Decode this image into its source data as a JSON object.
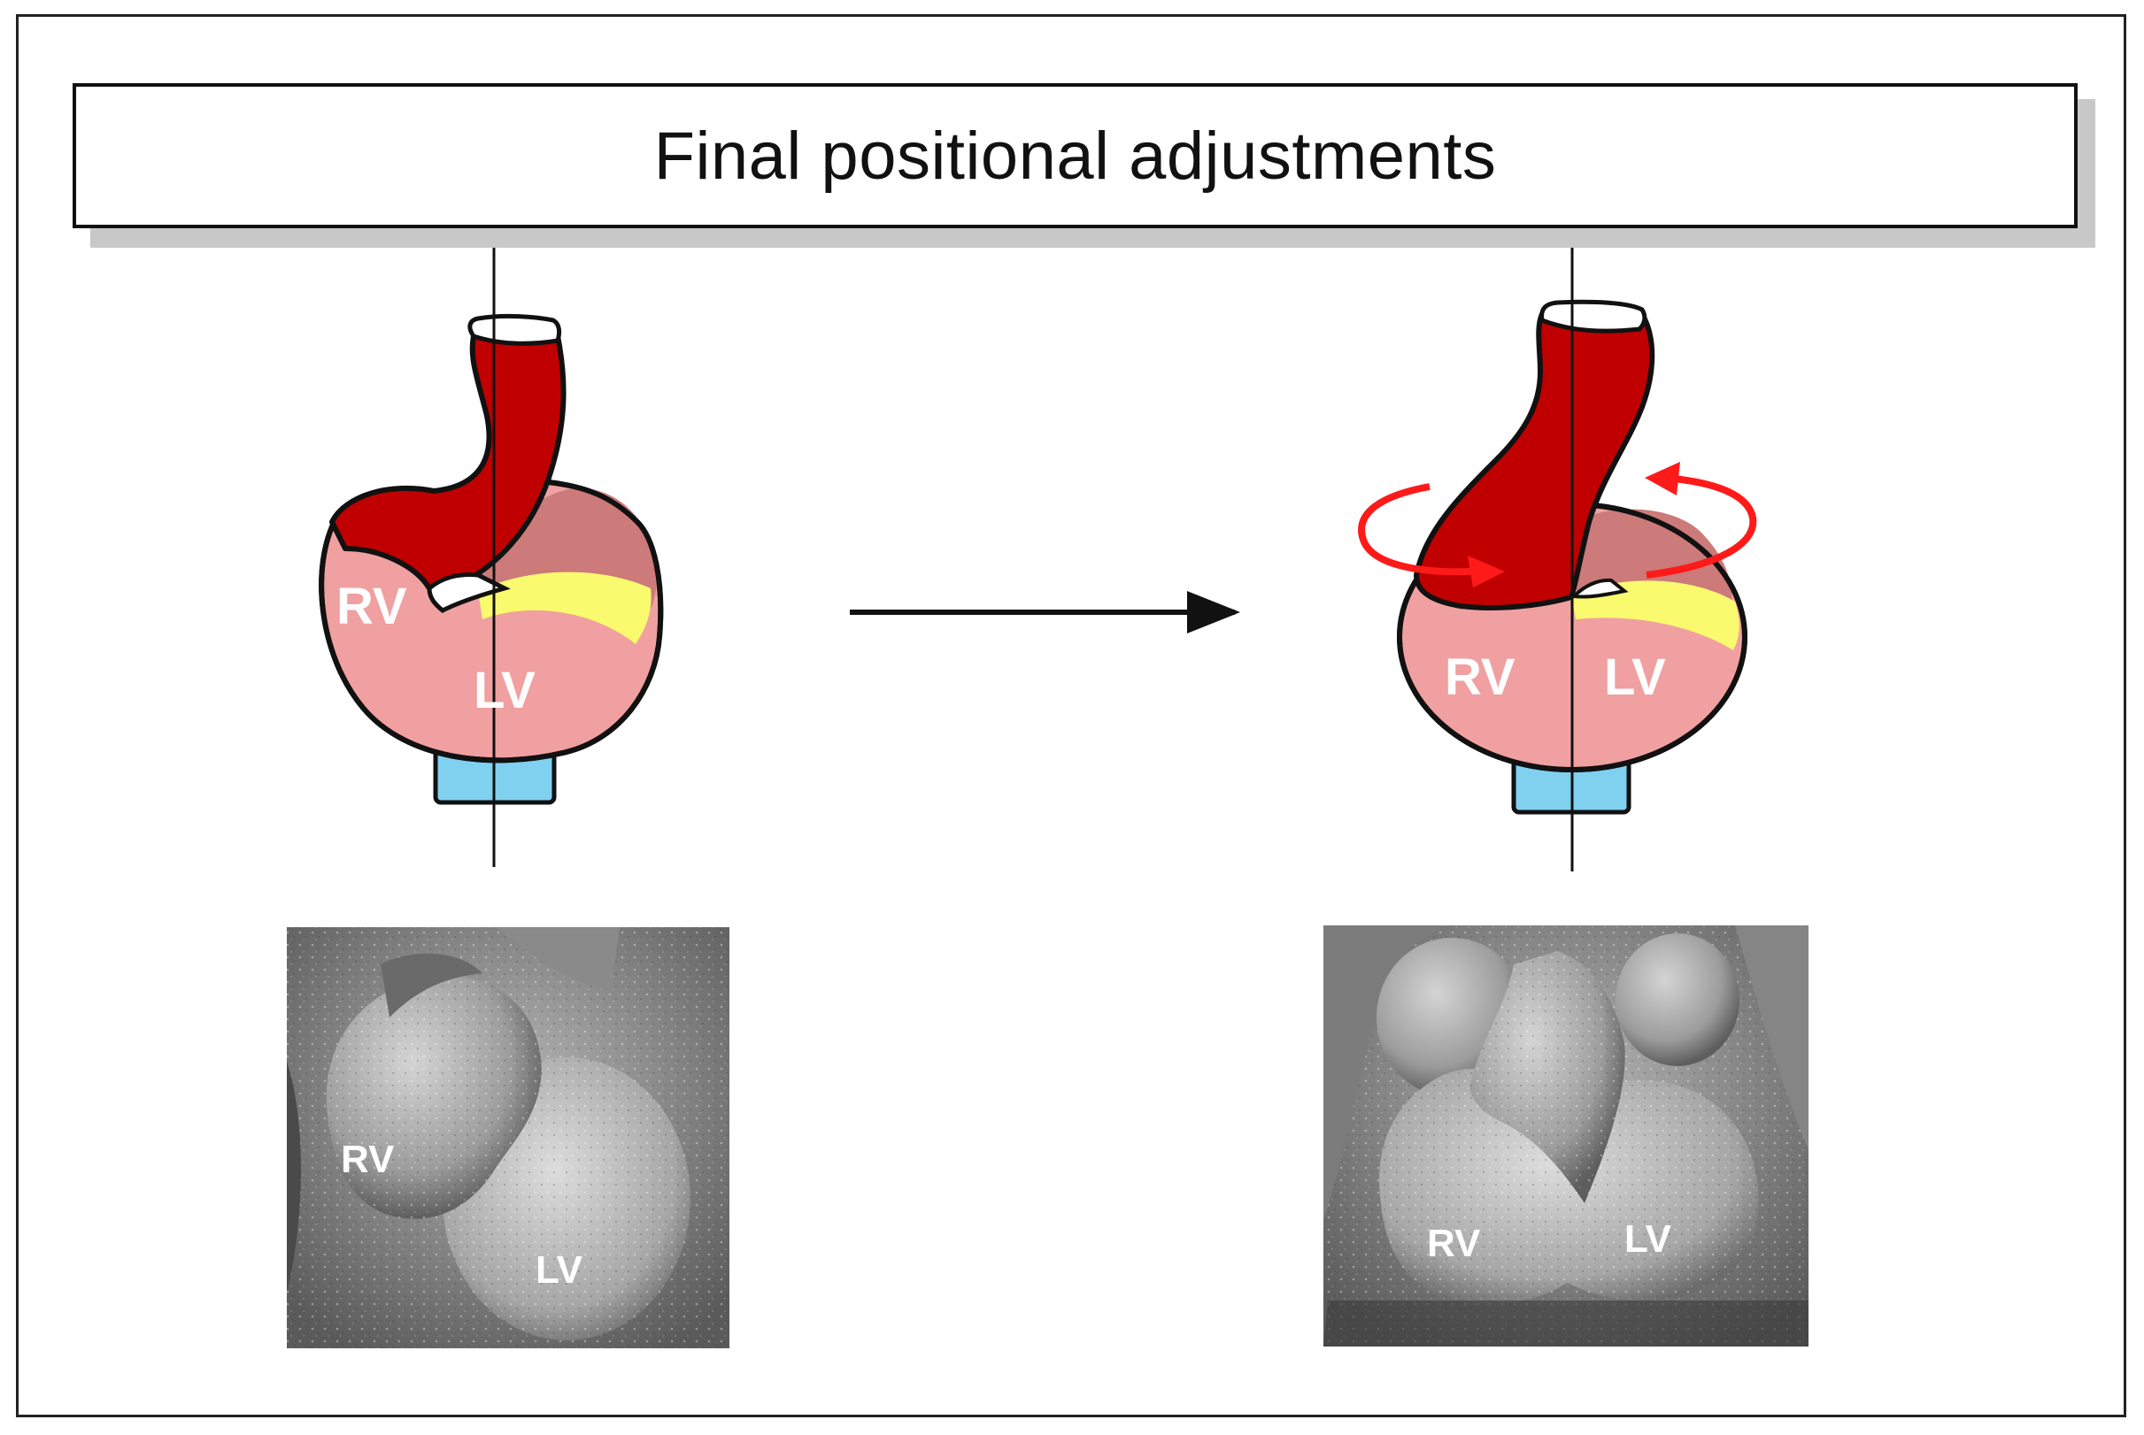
{
  "title": "Final positional adjustments",
  "left_diagram": {
    "label_rv": "RV",
    "label_lv": "LV"
  },
  "right_diagram": {
    "label_rv": "RV",
    "label_lv": "LV"
  },
  "left_micrograph": {
    "label_rv": "RV",
    "label_lv": "LV"
  },
  "right_micrograph": {
    "label_rv": "RV",
    "label_lv": "LV"
  },
  "colors": {
    "outflow_red": "#c00000",
    "ventricle_pink": "#f0a0a0",
    "ventricle_dark_pink": "#cc7a7a",
    "cushion_yellow": "#fafa6e",
    "inflow_blue": "#80d0f0",
    "rotation_arrow_red": "#ff1a1a",
    "micrograph_gray": "#9a9a9a"
  }
}
